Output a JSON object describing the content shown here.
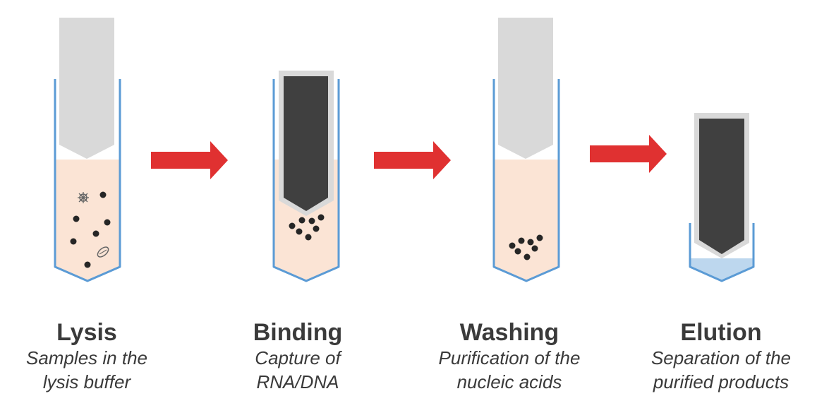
{
  "colors": {
    "tube_outline": "#5b9bd5",
    "lysis_buffer": "#fbe4d5",
    "elution_buffer": "#bdd7ee",
    "magnet_rod": "#404040",
    "rod_sleeve": "#d9d9d9",
    "arrow": "#e03131",
    "bead": "#262626",
    "text": "#3a3a3a"
  },
  "steps": [
    {
      "title": "Lysis",
      "desc_lines": [
        "Samples in the",
        "lysis buffer"
      ]
    },
    {
      "title": "Binding",
      "desc_lines": [
        "Capture of",
        "RNA/DNA"
      ]
    },
    {
      "title": "Washing",
      "desc_lines": [
        "Purification of the",
        "nucleic acids"
      ]
    },
    {
      "title": "Elution",
      "desc_lines": [
        "Separation of the",
        "purified products"
      ]
    }
  ],
  "icons": [
    "virus-icon",
    "bacterium-icon"
  ]
}
